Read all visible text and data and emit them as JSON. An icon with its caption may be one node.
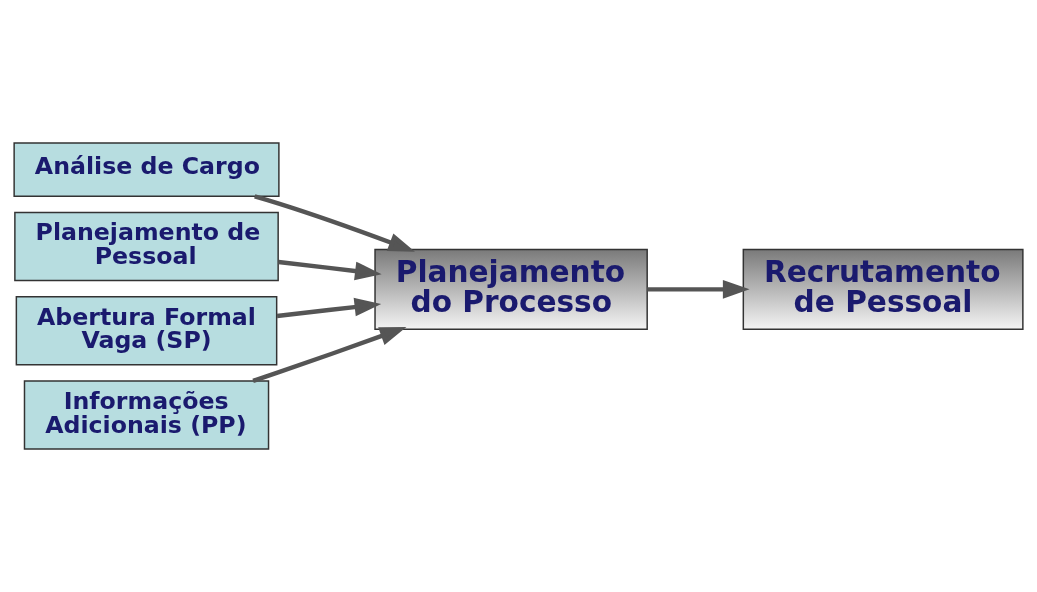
{
  "diagram": {
    "nodes": [
      {
        "text": [
          "Análise de Cargo"
        ]
      },
      {
        "text": [
          "Planejamento de Pessoal"
        ]
      },
      {
        "text": [
          "Abertura Formal Vaga (SP)"
        ]
      },
      {
        "text": [
          "Informações Adicionais (PP)"
        ]
      },
      {
        "text": [
          "Planejamento do Processo"
        ]
      },
      {
        "text": [
          "Recrutamento de Pessoal"
        ]
      }
    ],
    "edges": [
      {
        "from": 0,
        "to": 4,
        "arrow": "to"
      },
      {
        "from": 1,
        "to": 4,
        "arrow": "to"
      },
      {
        "from": 2,
        "to": 4,
        "arrow": "to"
      },
      {
        "from": 3,
        "to": 4,
        "arrow": "to"
      },
      {
        "from": 4,
        "to": 5,
        "arrow": "to"
      }
    ]
  }
}
